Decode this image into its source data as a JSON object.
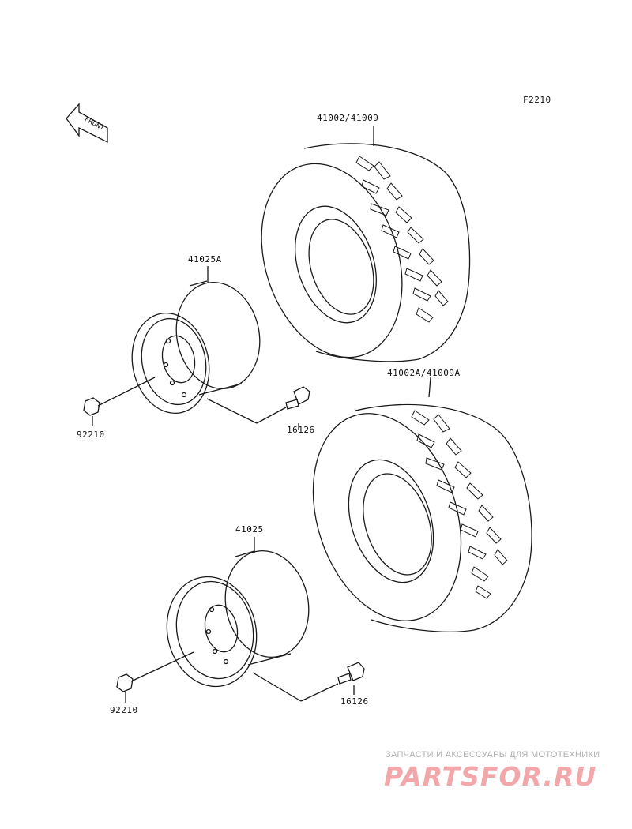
{
  "diagram": {
    "code": "F2210",
    "front_label": "FRONT",
    "parts": {
      "tire_rear": "41002/41009",
      "tire_front": "41002A/41009A",
      "wheel_upper": "41025A",
      "wheel_lower": "41025",
      "nut_upper": "92210",
      "nut_lower": "92210",
      "valve_upper": "16126",
      "valve_lower": "16126"
    }
  },
  "watermark": {
    "subtitle": "ЗАПЧАСТИ И АКСЕССУАРЫ ДЛЯ МОТОТЕХНИКИ",
    "logo": "PARTSFOR.RU",
    "logo_color": "#f2a7aa"
  }
}
